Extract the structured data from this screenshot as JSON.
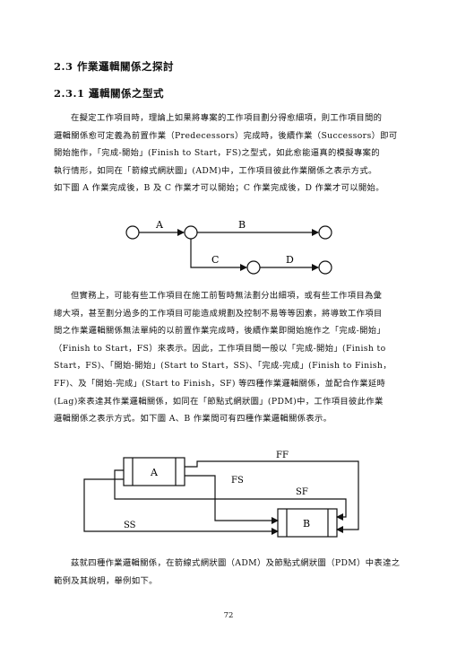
{
  "section_heading": "2.3 作業邏輯關係之探討",
  "subsection_heading": "2.3.1 邏輯關係之型式",
  "paragraph1": [
    "在擬定工作項目時，理論上如果將專案的工作項目劃分得愈細項，則工作項目間的",
    "邏輯關係愈可定義為前置作業（Predecessors）完成時，後續作業（Successors）即可",
    "開始施作，「完成-開始」(Finish to Start，FS)之型式，如此愈能逼真的模擬專案的",
    "執行情形，如同在「箭線式網狀圖」(ADM)中，工作項目彼此作業關係之表示方式。",
    "如下圖 A 作業完成後，B 及 C 作業才可以開始；C 作業完成後，D 作業才可以開始。"
  ],
  "adm_diagram": {
    "labels": {
      "a": "A",
      "b": "B",
      "c": "C",
      "d": "D"
    }
  },
  "paragraph2": [
    "但實務上，可能有些工作項目在施工前暫時無法劃分出細項，或有些工作項目為彙",
    "總大項，甚至劃分過多的工作項目可能造成規劃及控制不易等等因素，將導致工作項目",
    "間之作業邏輯關係無法單純的以前置作業完成時，後續作業即開始施作之「完成-開始」",
    "（Finish to Start，FS）來表示。因此，工作項目間一般以「完成-開始」(Finish to",
    "Start，FS)、「開始-開始」(Start to Start，SS)、「完成-完成」(Finish to Finish，",
    "FF)、及「開始-完成」(Start to Finish，SF) 等四種作業邏輯關係，並配合作業延時",
    "(Lag)來表達其作業邏輯關係，如同在「節點式網狀圖」(PDM)中，工作項目彼此作業",
    "邏輯關係之表示方式。如下圖 A、B 作業間可有四種作業邏輯關係表示。"
  ],
  "pdm_diagram": {
    "box_a": "A",
    "box_b": "B",
    "relations": {
      "ff": "FF",
      "fs": "FS",
      "sf": "SF",
      "ss": "SS"
    }
  },
  "paragraph3": [
    "茲就四種作業邏輯關係，在箭線式網狀圖（ADM）及節點式網狀圖（PDM）中表達之",
    "範例及其說明，舉例如下。"
  ],
  "page_number": "72"
}
